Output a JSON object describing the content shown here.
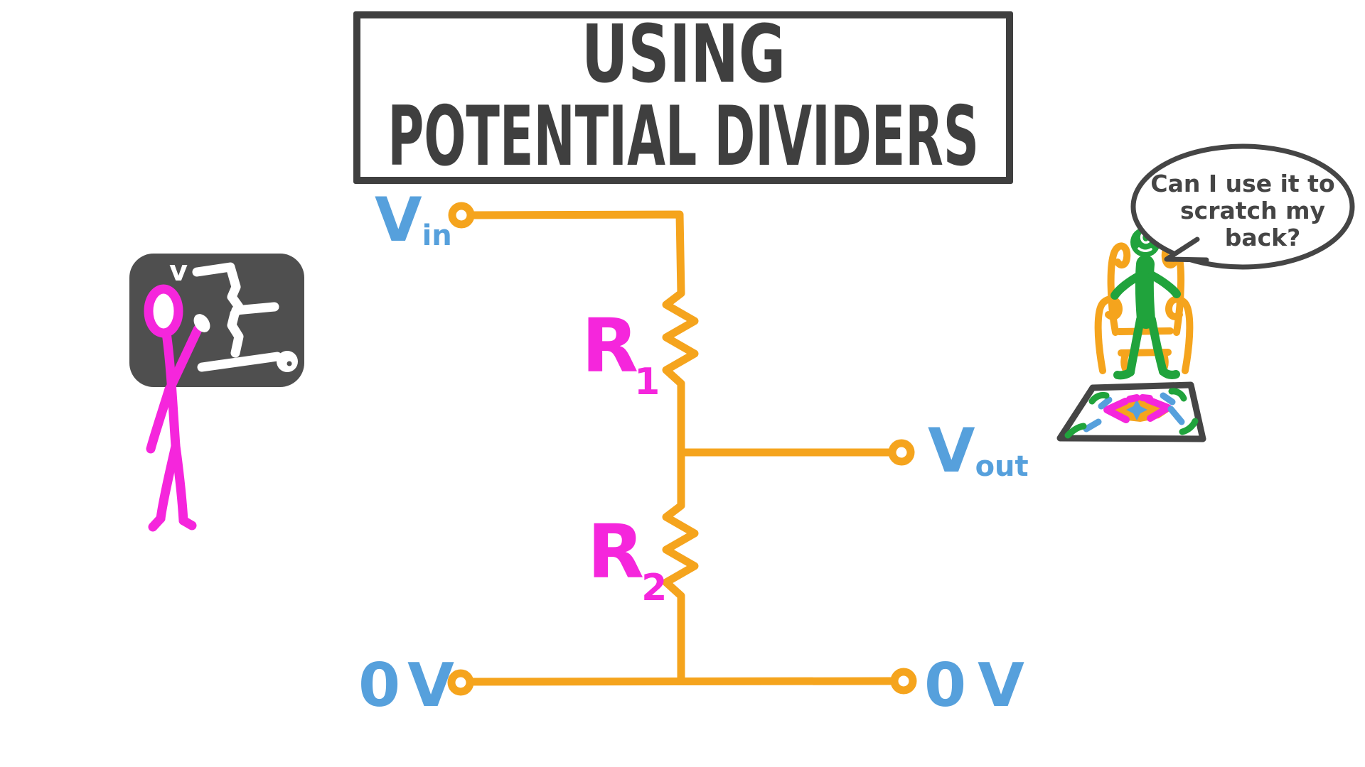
{
  "title": {
    "line1": "USING",
    "line2": "POTENTIAL DIVIDERS"
  },
  "circuit": {
    "vin": {
      "main": "V",
      "sub": "in"
    },
    "vout": {
      "main": "V",
      "sub": "out"
    },
    "r1": {
      "main": "R",
      "sub": "1"
    },
    "r2": {
      "main": "R",
      "sub": "2"
    },
    "ground_left": "0V",
    "ground_right": "0V"
  },
  "board": {
    "label": "v"
  },
  "speech_bubble": {
    "line1": "Can I use it to",
    "line2": "scratch my",
    "line3": "back?"
  },
  "colors": {
    "wire_orange": "#F5A41D",
    "label_blue": "#56A0DC",
    "resistor_label_pink": "#F526DC",
    "figure_magenta": "#F526DC",
    "figure_green": "#20A33C",
    "ink_dark": "#454545",
    "title_ink": "#3F3F3F",
    "board_gray": "#4F4F4F",
    "background": "#FFFFFF"
  }
}
